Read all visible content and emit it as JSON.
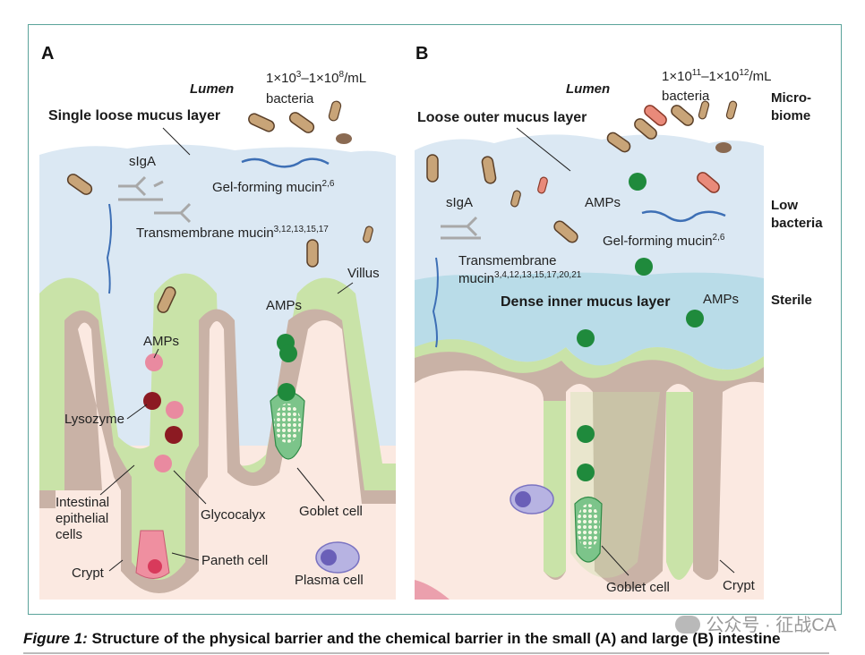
{
  "panel_a": {
    "letter": "A",
    "lumen": "Lumen",
    "bacteria_count_base": "1×10",
    "bacteria_exp1": "3",
    "bacteria_dash": "–1×10",
    "bacteria_exp2": "8",
    "bacteria_unit": "/mL",
    "bacteria_word": "bacteria",
    "mucus_layer": "Single loose mucus layer",
    "siga": "sIgA",
    "gel_mucin": "Gel-forming mucin",
    "gel_mucin_refs": "2,6",
    "transmembrane_mucin": "Transmembrane mucin",
    "transmembrane_refs": "3,12,13,15,17",
    "villus": "Villus",
    "amps_left": "AMPs",
    "amps_right": "AMPs",
    "lysozyme": "Lysozyme",
    "intestinal_1": "Intestinal",
    "intestinal_2": "epithelial",
    "intestinal_3": "cells",
    "glycocalyx": "Glycocalyx",
    "goblet_cell": "Goblet cell",
    "crypt": "Crypt",
    "paneth_cell": "Paneth cell",
    "plasma_cell": "Plasma cell"
  },
  "panel_b": {
    "letter": "B",
    "lumen": "Lumen",
    "bacteria_count_base": "1×10",
    "bacteria_exp1": "11",
    "bacteria_dash": "–1×10",
    "bacteria_exp2": "12",
    "bacteria_unit": "/mL",
    "bacteria_word": "bacteria",
    "outer_mucus": "Loose outer mucus layer",
    "siga": "sIgA",
    "amps_top": "AMPs",
    "gel_mucin": "Gel-forming mucin",
    "gel_mucin_refs": "2,6",
    "transmembrane_1": "Transmembrane",
    "transmembrane_2": "mucin",
    "transmembrane_refs": "3,4,12,13,15,17,20,21",
    "inner_mucus": "Dense inner mucus layer",
    "amps_inner": "AMPs",
    "goblet_cell": "Goblet cell",
    "crypt": "Crypt"
  },
  "side_labels": {
    "microbiome_1": "Micro-",
    "microbiome_2": "biome",
    "low_1": "Low",
    "low_2": "bacteria",
    "sterile": "Sterile"
  },
  "caption": {
    "prefix": "Figure 1:",
    "text": " Structure of the physical barrier and the chemical barrier in the small (A) and large (B) intestine"
  },
  "watermark": "公众号 · 征战CA",
  "colors": {
    "border": "#5aa39a",
    "lumen_blue": "#dbe8f3",
    "inner_mucus": "#b9dce8",
    "epithelium_green": "#c9e3a8",
    "basement_tan": "#c9b2a6",
    "lamina_pink": "#fbe9e1",
    "amp_green": "#1f8a3c",
    "lysozyme_red": "#8c1a22",
    "amp_pink": "#e98aa0",
    "bacteria_tan": "#c8a478"
  }
}
